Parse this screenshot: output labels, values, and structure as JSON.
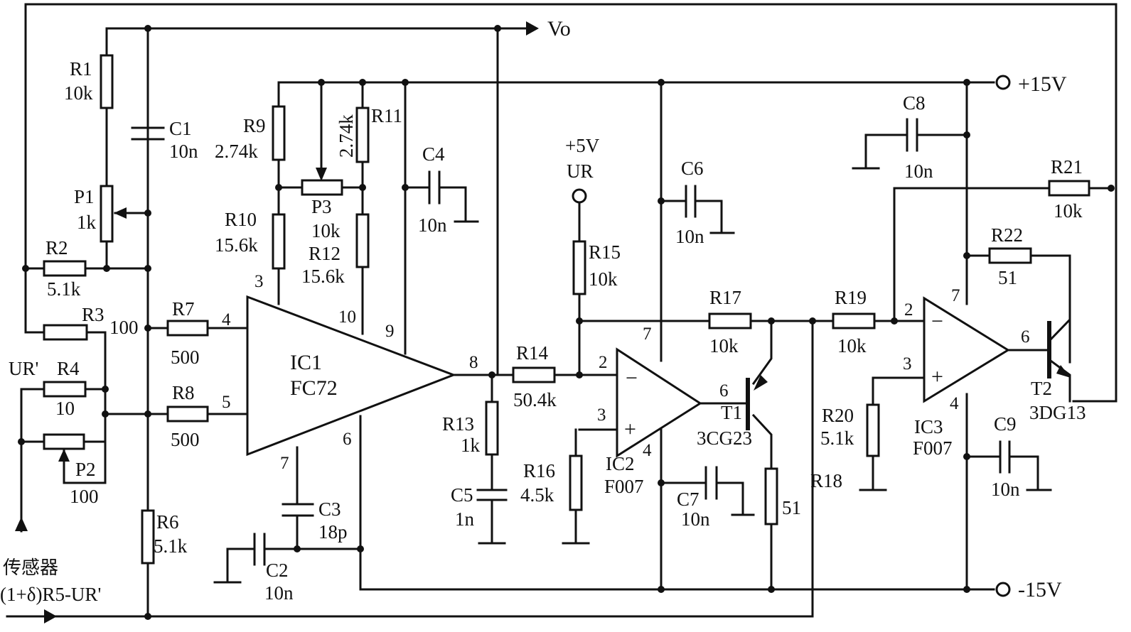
{
  "outputs": {
    "vo": "Vo",
    "p15": "+15V",
    "m15": "-15V",
    "p5": "+5V",
    "ur": "UR",
    "ur_prime": "UR'"
  },
  "sensor": {
    "label": "传感器",
    "formula": "(1+δ)R5-UR'"
  },
  "resistors": {
    "R1": [
      "R1",
      "10k"
    ],
    "R2": [
      "R2",
      "5.1k"
    ],
    "R3": [
      "R3",
      "100"
    ],
    "R4": [
      "R4",
      "10"
    ],
    "R6": [
      "R6",
      "5.1k"
    ],
    "R7": [
      "R7",
      "500"
    ],
    "R8": [
      "R8",
      "500"
    ],
    "R9": [
      "R9",
      "2.74k"
    ],
    "R10": [
      "R10",
      "15.6k"
    ],
    "R11": [
      "R11",
      "2.74k"
    ],
    "R12": [
      "R12",
      "15.6k"
    ],
    "R13": [
      "R13",
      "1k"
    ],
    "R14": [
      "R14",
      "50.4k"
    ],
    "R15": [
      "R15",
      "10k"
    ],
    "R16": [
      "R16",
      "4.5k"
    ],
    "R17": [
      "R17",
      "10k"
    ],
    "R18": [
      "R18",
      "51"
    ],
    "R19": [
      "R19",
      "10k"
    ],
    "R20": [
      "R20",
      "5.1k"
    ],
    "R21": [
      "R21",
      "10k"
    ],
    "R22": [
      "R22",
      "51"
    ]
  },
  "pots": {
    "P1": [
      "P1",
      "1k"
    ],
    "P2": [
      "P2",
      "100"
    ],
    "P3": [
      "P3",
      "10k"
    ]
  },
  "capacitors": {
    "C1": [
      "C1",
      "10n"
    ],
    "C2": [
      "C2",
      "10n"
    ],
    "C3": [
      "C3",
      "18p"
    ],
    "C4": [
      "C4",
      "10n"
    ],
    "C5": [
      "C5",
      "1n"
    ],
    "C6": [
      "C6",
      "10n"
    ],
    "C7": [
      "C7",
      "10n"
    ],
    "C8": [
      "C8",
      "10n"
    ],
    "C9": [
      "C9",
      "10n"
    ]
  },
  "ics": {
    "IC1": [
      "IC1",
      "FC72"
    ],
    "IC2": [
      "IC2",
      "F007"
    ],
    "IC3": [
      "IC3",
      "F007"
    ]
  },
  "transistors": {
    "T1": [
      "T1",
      "3CG23"
    ],
    "T2": [
      "T2",
      "3DG13"
    ]
  },
  "pins": {
    "ic1": {
      "p3": "3",
      "p4": "4",
      "p5": "5",
      "p6": "6",
      "p7": "7",
      "p8": "8",
      "p9": "9",
      "p10": "10"
    },
    "ic2": {
      "p2": "2",
      "p3": "3",
      "p4": "4",
      "p6": "6",
      "p7": "7"
    },
    "ic3": {
      "p2": "2",
      "p3": "3",
      "p4": "4",
      "p6": "6",
      "p7": "7"
    }
  },
  "signs": {
    "minus": "−",
    "plus": "+"
  }
}
